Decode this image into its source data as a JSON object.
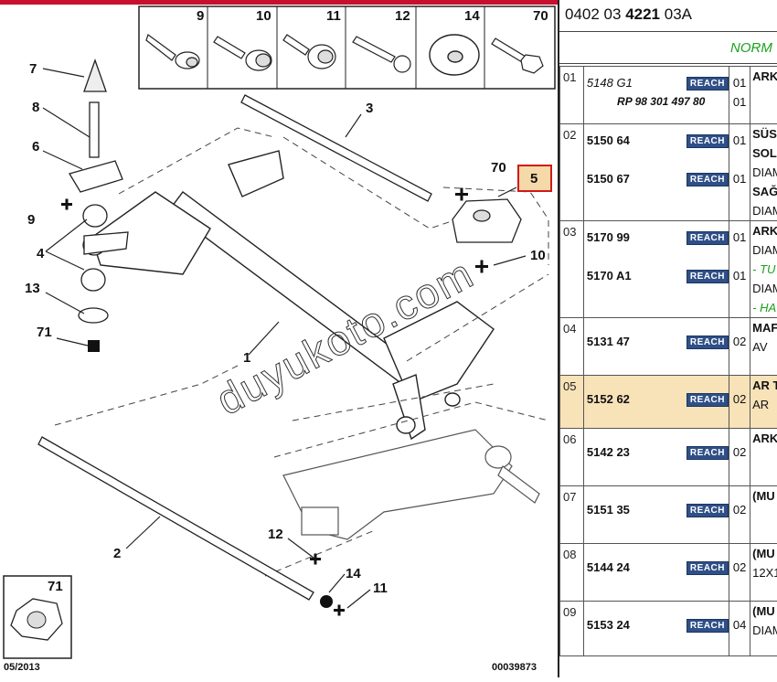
{
  "diagram": {
    "top_icons": [
      {
        "num": "9",
        "name": "screw"
      },
      {
        "num": "10",
        "name": "bolt-with-washer"
      },
      {
        "num": "11",
        "name": "flange-bolt"
      },
      {
        "num": "12",
        "name": "long-bolt"
      },
      {
        "num": "14",
        "name": "washer"
      },
      {
        "num": "70",
        "name": "hex-bolt"
      }
    ],
    "callouts": [
      "7",
      "8",
      "6",
      "9",
      "4",
      "13",
      "71",
      "3",
      "70",
      "5",
      "10",
      "1",
      "12",
      "2",
      "14",
      "11"
    ],
    "inset_num": "71",
    "date": "05/2013",
    "code": "00039873",
    "watermark": "duyukoto.com"
  },
  "panel": {
    "ref_prefix": "0402 03 ",
    "ref_bold": "4221",
    "ref_suffix": " 03A",
    "norm": "NORM",
    "reach_label": "REACH",
    "rows": [
      {
        "idx": "01",
        "lines": [
          {
            "pn": "5148 G1",
            "italic": true,
            "reach": true,
            "qty": "01"
          },
          {
            "rp": "RP 98 301 497 80",
            "qty": "01"
          }
        ],
        "desc": [
          {
            "t": "ARK",
            "s": "b"
          }
        ]
      },
      {
        "idx": "02",
        "lines": [
          {
            "pn": "5150 64",
            "reach": true,
            "qty": "01"
          },
          {
            "pn": "5150 67",
            "reach": true,
            "qty": "01"
          }
        ],
        "desc": [
          {
            "t": "SÜS",
            "s": "b"
          },
          {
            "t": "SOL",
            "s": "b"
          },
          {
            "t": "DIAM",
            "s": ""
          },
          {
            "t": "SAĞ",
            "s": "b"
          },
          {
            "t": "DIAM",
            "s": ""
          }
        ]
      },
      {
        "idx": "03",
        "lines": [
          {
            "pn": "5170 99",
            "reach": true,
            "qty": "01"
          },
          {
            "pn": "5170 A1",
            "reach": true,
            "qty": "01"
          }
        ],
        "desc": [
          {
            "t": "ARK",
            "s": "b"
          },
          {
            "t": "DIAM",
            "s": ""
          },
          {
            "t": "- TU",
            "s": "g"
          },
          {
            "t": "DIAM",
            "s": ""
          },
          {
            "t": "- HA",
            "s": "g"
          }
        ]
      },
      {
        "idx": "04",
        "lines": [
          {
            "pn": "5131 47",
            "reach": true,
            "qty": "02"
          }
        ],
        "desc": [
          {
            "t": "MAF",
            "s": "b"
          },
          {
            "t": "AV",
            "s": ""
          }
        ]
      },
      {
        "idx": "05",
        "highlight": true,
        "lines": [
          {
            "pn": "5152 62",
            "reach": true,
            "qty": "02"
          }
        ],
        "desc": [
          {
            "t": "AR T",
            "s": "b"
          },
          {
            "t": "AR",
            "s": ""
          }
        ]
      },
      {
        "idx": "06",
        "lines": [
          {
            "pn": "5142 23",
            "reach": true,
            "qty": "02"
          }
        ],
        "desc": [
          {
            "t": "ARK",
            "s": "b"
          }
        ]
      },
      {
        "idx": "07",
        "lines": [
          {
            "pn": "5151 35",
            "reach": true,
            "qty": "02"
          }
        ],
        "desc": [
          {
            "t": "(MU",
            "s": "b"
          }
        ]
      },
      {
        "idx": "08",
        "lines": [
          {
            "pn": "5144 24",
            "reach": true,
            "qty": "02"
          }
        ],
        "desc": [
          {
            "t": "(MU",
            "s": "b"
          },
          {
            "t": "12X1",
            "s": ""
          }
        ]
      },
      {
        "idx": "09",
        "lines": [
          {
            "pn": "5153 24",
            "reach": true,
            "qty": "04"
          }
        ],
        "desc": [
          {
            "t": "(MU",
            "s": "b"
          },
          {
            "t": "DIAM",
            "s": ""
          }
        ]
      }
    ]
  }
}
